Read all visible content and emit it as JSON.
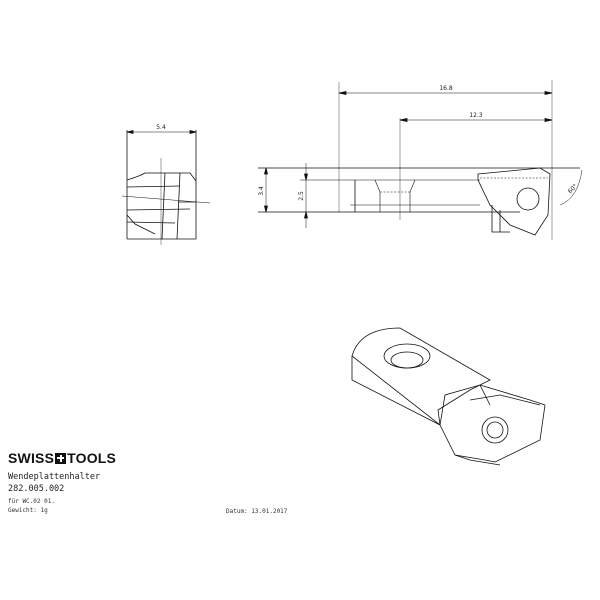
{
  "drawing": {
    "side_view": {
      "dim_width": "5.4"
    },
    "front_view": {
      "dim_total_length": "16.8",
      "dim_hole_to_end": "12.3",
      "dim_height": "3.4",
      "dim_thickness": "2.5",
      "dim_angle": "60°"
    }
  },
  "title_block": {
    "brand_left": "SWISS",
    "brand_right": "TOOLS",
    "product_name": "Wendeplattenhalter",
    "part_number": "282.005.002",
    "for_label": "für WC.02 01.",
    "weight_label": "Gewicht: 1g",
    "date_label": "Datum: 13.01.2017"
  }
}
